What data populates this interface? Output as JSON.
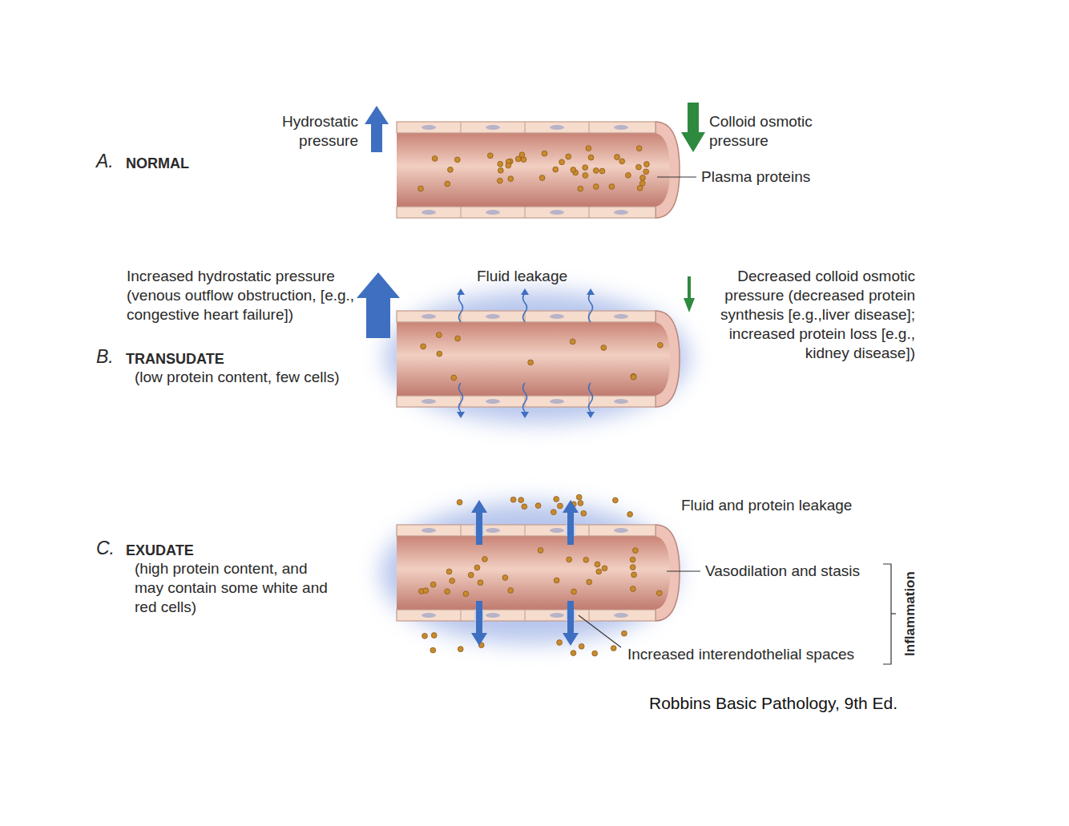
{
  "diagram": {
    "caption": "Robbins Basic Pathology, 9th Ed.",
    "labels": [
      "Hydrostatic pressure",
      "Colloid osmotic pressure",
      "A.",
      "NORMAL",
      "Plasma proteins",
      "Increased hydrostatic pressure (venous outflow obstruction, [e.g., congestive heart failure])",
      "Fluid leakage",
      "Decreased colloid osmotic pressure (decreased protein synthesis [e.g.,liver disease]; increased protein loss [e.g., kidney disease])",
      "B.",
      "TRANSUDATE",
      "(low protein content, few cells)",
      "Fluid and protein leakage",
      "C.",
      "EXUDATE",
      "(high protein content, and may contain some white and red cells)",
      "Vasodilation and stasis",
      "Increased interendothelial spaces",
      "Inflammation"
    ]
  }
}
